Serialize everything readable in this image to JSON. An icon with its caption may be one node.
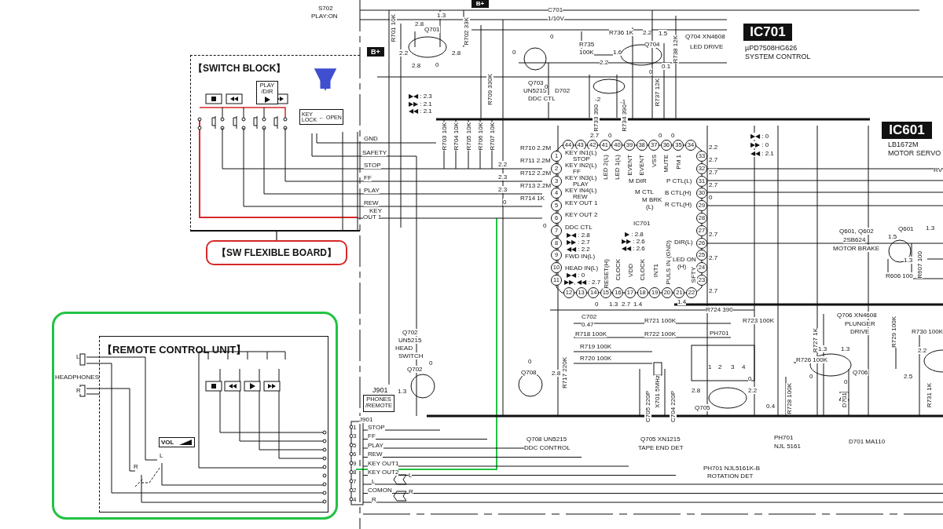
{
  "diagram": {
    "nodes": [
      {
        "text": [
          "【SWITCH BLOCK】"
        ]
      },
      {
        "text": [
          "【SW FLEXIBLE BOARD】"
        ]
      },
      {
        "text": [],
        "shape": "box"
      },
      {
        "text": [
          "【REMOTE CONTROL UNIT】"
        ],
        "in": 2
      },
      {
        "text": [
          "KEY LOCK",
          "← OPEN"
        ],
        "in": 0
      },
      {
        "text": [
          "PLAY /DIR"
        ],
        "in": 0
      },
      {
        "text": [
          "PHONES /REMOTE"
        ],
        "beside": [
          "J901"
        ]
      },
      {
        "text": [
          "VOL"
        ],
        "in": 3
      },
      {
        "text": [
          "IC701"
        ],
        "beside": [
          "µPD7508HG626",
          "SYSTEM CONTROL"
        ]
      },
      {
        "text": [
          "IC601"
        ],
        "beside": [
          "LB1672M",
          "MOTOR SERVO"
        ]
      },
      {
        "text": [
          "B+"
        ]
      },
      {
        "text": [
          "B+"
        ]
      }
    ],
    "edges": [
      {
        "from": 1,
        "to": 0,
        "arrow": "none"
      },
      {
        "from": null,
        "to": 4,
        "arrow": "to",
        "style": "thick",
        "color": "#3f4fd0"
      }
    ],
    "labels": [
      "S702",
      "PLAY:ON",
      "R701 10K",
      "Q701",
      "2.8",
      "1.3",
      "2.2",
      "2.8",
      "2.8",
      "0",
      "R702 33K",
      "C701",
      "1/10V",
      "0",
      "Q703",
      "UN5215",
      "DDC CTL",
      "0",
      "0",
      "R709 330K",
      "R736 1K",
      "2.2",
      "1.5",
      "R735",
      "Q704",
      "100K",
      "1.6",
      "2.2",
      "0.1",
      "0",
      "D702",
      "-2",
      "-1",
      "R733 390",
      "R734 390",
      "R737 12K",
      "R738 12K",
      "Q704 XN4608",
      "LED DRIVE",
      "RV",
      "▶◀ : 2.3",
      "▶▶ : 2.1",
      "◀◀ : 2.1",
      "R703 10K",
      "R704 10K",
      "R705 10K",
      "R706 10K",
      "R707 10K",
      "GND",
      "SAFETY",
      "STOP",
      "FF",
      "PLAY",
      "REW",
      "KEY",
      "OUT 1",
      "2.2",
      "2.3",
      "2.3",
      "0",
      "R710 2.2M",
      "R711 2.2M",
      "R712 2.2M",
      "R713 2.2M",
      "R714 1K",
      "44",
      "43",
      "42",
      "41",
      "40",
      "39",
      "38",
      "37",
      "36",
      "35",
      "34",
      "1",
      "2",
      "3",
      "4",
      "5",
      "6",
      "7",
      "8",
      "9",
      "10",
      "11",
      "12",
      "13",
      "14",
      "15",
      "16",
      "17",
      "18",
      "19",
      "20",
      "21",
      "22",
      "33",
      "32",
      "31",
      "30",
      "29",
      "28",
      "27",
      "26",
      "25",
      "24",
      "23",
      "KEY IN1(L)",
      "STOP",
      "KEY IN2(L)",
      "FF",
      "KEY IN3(L)",
      "PLAY",
      "KEY IN4(L)",
      "REW",
      "KEY OUT 1",
      "KEY OUT 2",
      "DDC CTL",
      "▶◀ : 2.8",
      "▶▶ : 2.7",
      "◀◀ : 2.2",
      "FWD IN(L)",
      "HEAD IN(L)",
      "▶◀ : 0",
      "▶▶, ◀◀ : 2.7",
      "LED 2(L)",
      "LED 1(L)",
      "EVENT",
      "EVENT",
      "VSS",
      "MUTE",
      "PM 1",
      "M DIR",
      "M CTL",
      "M BRK",
      "(L)",
      "P CTL(L)",
      "B CTL(H)",
      "R CTL(H)",
      "DIR(L)",
      "LED ON",
      "(H)",
      "SFTY",
      "IC701",
      "▶ : 2.8",
      "▶▶ : 2.6",
      "◀◀ : 2.6",
      "RESET(H)",
      "CLOCK",
      "VDD",
      "CLOCK",
      "INT1",
      "PULS IN (GND)",
      "2.7",
      "0",
      "0",
      "0",
      "2.2",
      "2.7",
      "2.7",
      "2.7",
      "0",
      "2.7",
      "2.7",
      "0",
      "0",
      "1.3",
      "2.7",
      "1.4",
      "1.4",
      "2.7",
      "▶◀ : 0",
      "▶▶ : 0",
      "◀◀ : 2.1",
      "C702",
      "0.47",
      "R721 100K",
      "R718 100K",
      "R722 100K",
      "R719 100K",
      "R720 100K",
      "R724 390",
      "R723 100K",
      "PH701",
      "1",
      "2",
      "3",
      "4",
      "0",
      "X701 5MHz",
      "C705 220P",
      "C704 220P",
      "R717 220K",
      "Q705",
      "2.8",
      "2.2",
      "0.4",
      "Q708",
      "0",
      "2.8",
      "Q702",
      "UN5215",
      "HEAD",
      "SWITCH",
      "Q702",
      "0",
      "1.3",
      "J901",
      "1",
      "3",
      "5",
      "6",
      "9",
      "8",
      "7",
      "2",
      "4",
      "STOP",
      "FF",
      "PLAY",
      "REW",
      "KEY OUT1",
      "KEY OUT2",
      "L",
      "COMON",
      "R",
      "L",
      "R",
      "Q708 UN5215",
      "DDC CONTROL",
      "Q705 XN1215",
      "TAPE END DET",
      "PH701 NJL5161K-B",
      "ROTATION DET",
      "PH701",
      "NJL 5161",
      "D701 MA110",
      "Q601, Q602",
      "2SB624",
      "MOTOR BRAKE",
      "Q601",
      "1.5",
      "1.3",
      "1.3",
      "R606 100",
      "R607 100",
      "Q706 XN4608",
      "PLUNGER",
      "DRIVE",
      "R727 1K",
      "1.3",
      "1.3",
      "R726 100K",
      "0",
      "Q706",
      "0",
      "R728 100K",
      "D701",
      "R729 100K",
      "R730 100K",
      "2.2",
      "2.5",
      "R731 1K",
      "L",
      "HEADPHONES",
      "R",
      "R",
      "L"
    ]
  }
}
